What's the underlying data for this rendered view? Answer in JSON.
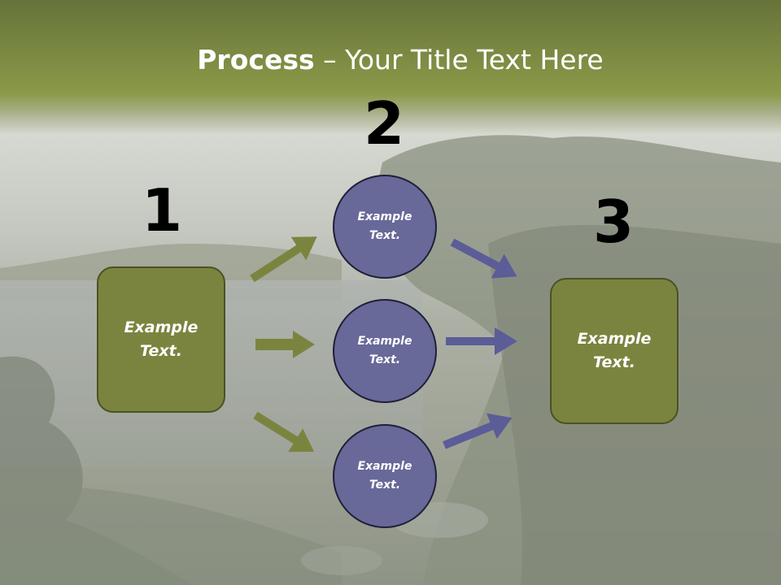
{
  "slide": {
    "title_bold": "Process",
    "title_rest": " – Your Title Text Here"
  },
  "steps": {
    "n1": "1",
    "n2": "2",
    "n3": "3"
  },
  "nodes": {
    "left_box": [
      "Example",
      "Text."
    ],
    "circle_top": [
      "Example",
      "Text."
    ],
    "circle_mid": [
      "Example",
      "Text."
    ],
    "circle_bottom": [
      "Example",
      "Text."
    ],
    "right_box": [
      "Example",
      "Text."
    ]
  },
  "colors": {
    "header_green": "#8a9a48",
    "box_fill": "#7b843f",
    "circle_fill": "#686899",
    "green_arrow": "#7b843f",
    "purple_arrow": "#5c5c98"
  }
}
